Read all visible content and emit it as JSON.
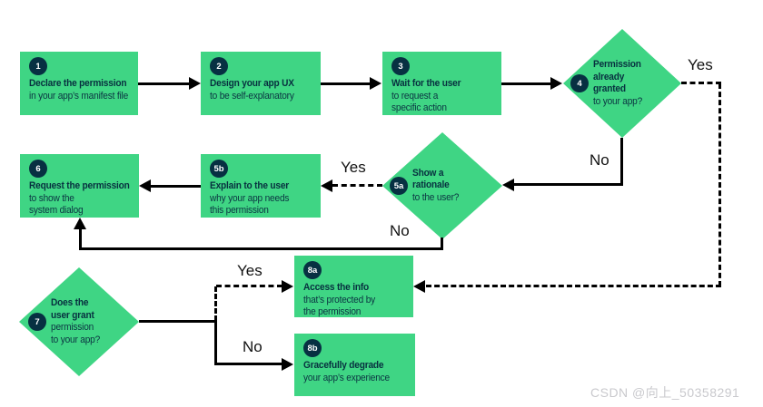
{
  "colors": {
    "node_green": "#3fd584",
    "badge_navy": "#073042",
    "text_dark": "#07303f",
    "line_black": "#000000",
    "watermark_gray": "#c9c9cd",
    "background": "#ffffff"
  },
  "nodes": [
    {
      "id": "1",
      "shape": "box",
      "badge": "1",
      "title": "Declare the permission",
      "body": "in your app’s manifest file"
    },
    {
      "id": "2",
      "shape": "box",
      "badge": "2",
      "title": "Design your app UX",
      "body": "to be self-explanatory"
    },
    {
      "id": "3",
      "shape": "box",
      "badge": "3",
      "title": "Wait for the user",
      "body": "to request a\nspecific action"
    },
    {
      "id": "4",
      "shape": "diamond",
      "badge": "4",
      "title": "Permission\nalready\ngranted",
      "body": "to your app?"
    },
    {
      "id": "5a",
      "shape": "diamond",
      "badge": "5a",
      "title": "Show a\nrationale",
      "body": "to the user?"
    },
    {
      "id": "5b",
      "shape": "box",
      "badge": "5b",
      "title": "Explain to the user",
      "body": "why your app needs\nthis permission"
    },
    {
      "id": "6",
      "shape": "box",
      "badge": "6",
      "title": "Request the permission",
      "body": "to show the\nsystem dialog"
    },
    {
      "id": "7",
      "shape": "diamond",
      "badge": "7",
      "title": "Does the\nuser grant",
      "body": "permission\nto your app?"
    },
    {
      "id": "8a",
      "shape": "box",
      "badge": "8a",
      "title": "Access the info",
      "body": "that’s protected by\nthe permission"
    },
    {
      "id": "8b",
      "shape": "box",
      "badge": "8b",
      "title": "Gracefully degrade",
      "body": "your app’s experience"
    }
  ],
  "edges": [
    {
      "from": "1",
      "to": "2",
      "style": "solid"
    },
    {
      "from": "2",
      "to": "3",
      "style": "solid"
    },
    {
      "from": "3",
      "to": "4",
      "style": "solid"
    },
    {
      "from": "4",
      "to": "8a",
      "style": "dashed",
      "label": "Yes"
    },
    {
      "from": "4",
      "to": "5a",
      "style": "solid",
      "label": "No"
    },
    {
      "from": "5a",
      "to": "5b",
      "style": "dashed",
      "label": "Yes"
    },
    {
      "from": "5b",
      "to": "6",
      "style": "solid"
    },
    {
      "from": "5a",
      "to": "6",
      "style": "solid",
      "label": "No"
    },
    {
      "from": "7",
      "to": "8a",
      "style": "dashed",
      "label": "Yes"
    },
    {
      "from": "7",
      "to": "8b",
      "style": "solid",
      "label": "No"
    }
  ],
  "watermark": "CSDN @向上_50358291"
}
